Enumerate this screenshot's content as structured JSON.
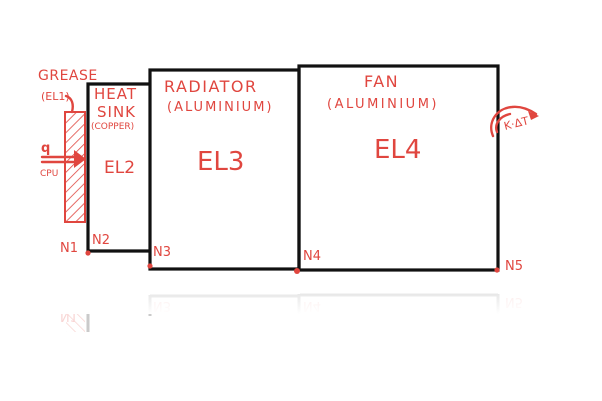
{
  "diagram": {
    "grease": {
      "title": "GREASE",
      "element": "(EL1)"
    },
    "heat_sink": {
      "title_line1": "HEAT",
      "title_line2": "SINK",
      "material": "(COPPER)",
      "element": "EL2"
    },
    "radiator": {
      "title": "RADIATOR",
      "material": "(ALUMINIUM)",
      "element": "EL3"
    },
    "fan": {
      "title": "FAN",
      "material": "(ALUMINIUM)",
      "element": "EL4"
    },
    "heat_input": {
      "symbol": "q",
      "source": "CPU"
    },
    "convection": {
      "label": "K·ΔT"
    },
    "nodes": [
      "N1",
      "N2",
      "N3",
      "N4",
      "N5"
    ],
    "colors": {
      "annotation": "#e0463f",
      "outline": "#111111"
    }
  }
}
